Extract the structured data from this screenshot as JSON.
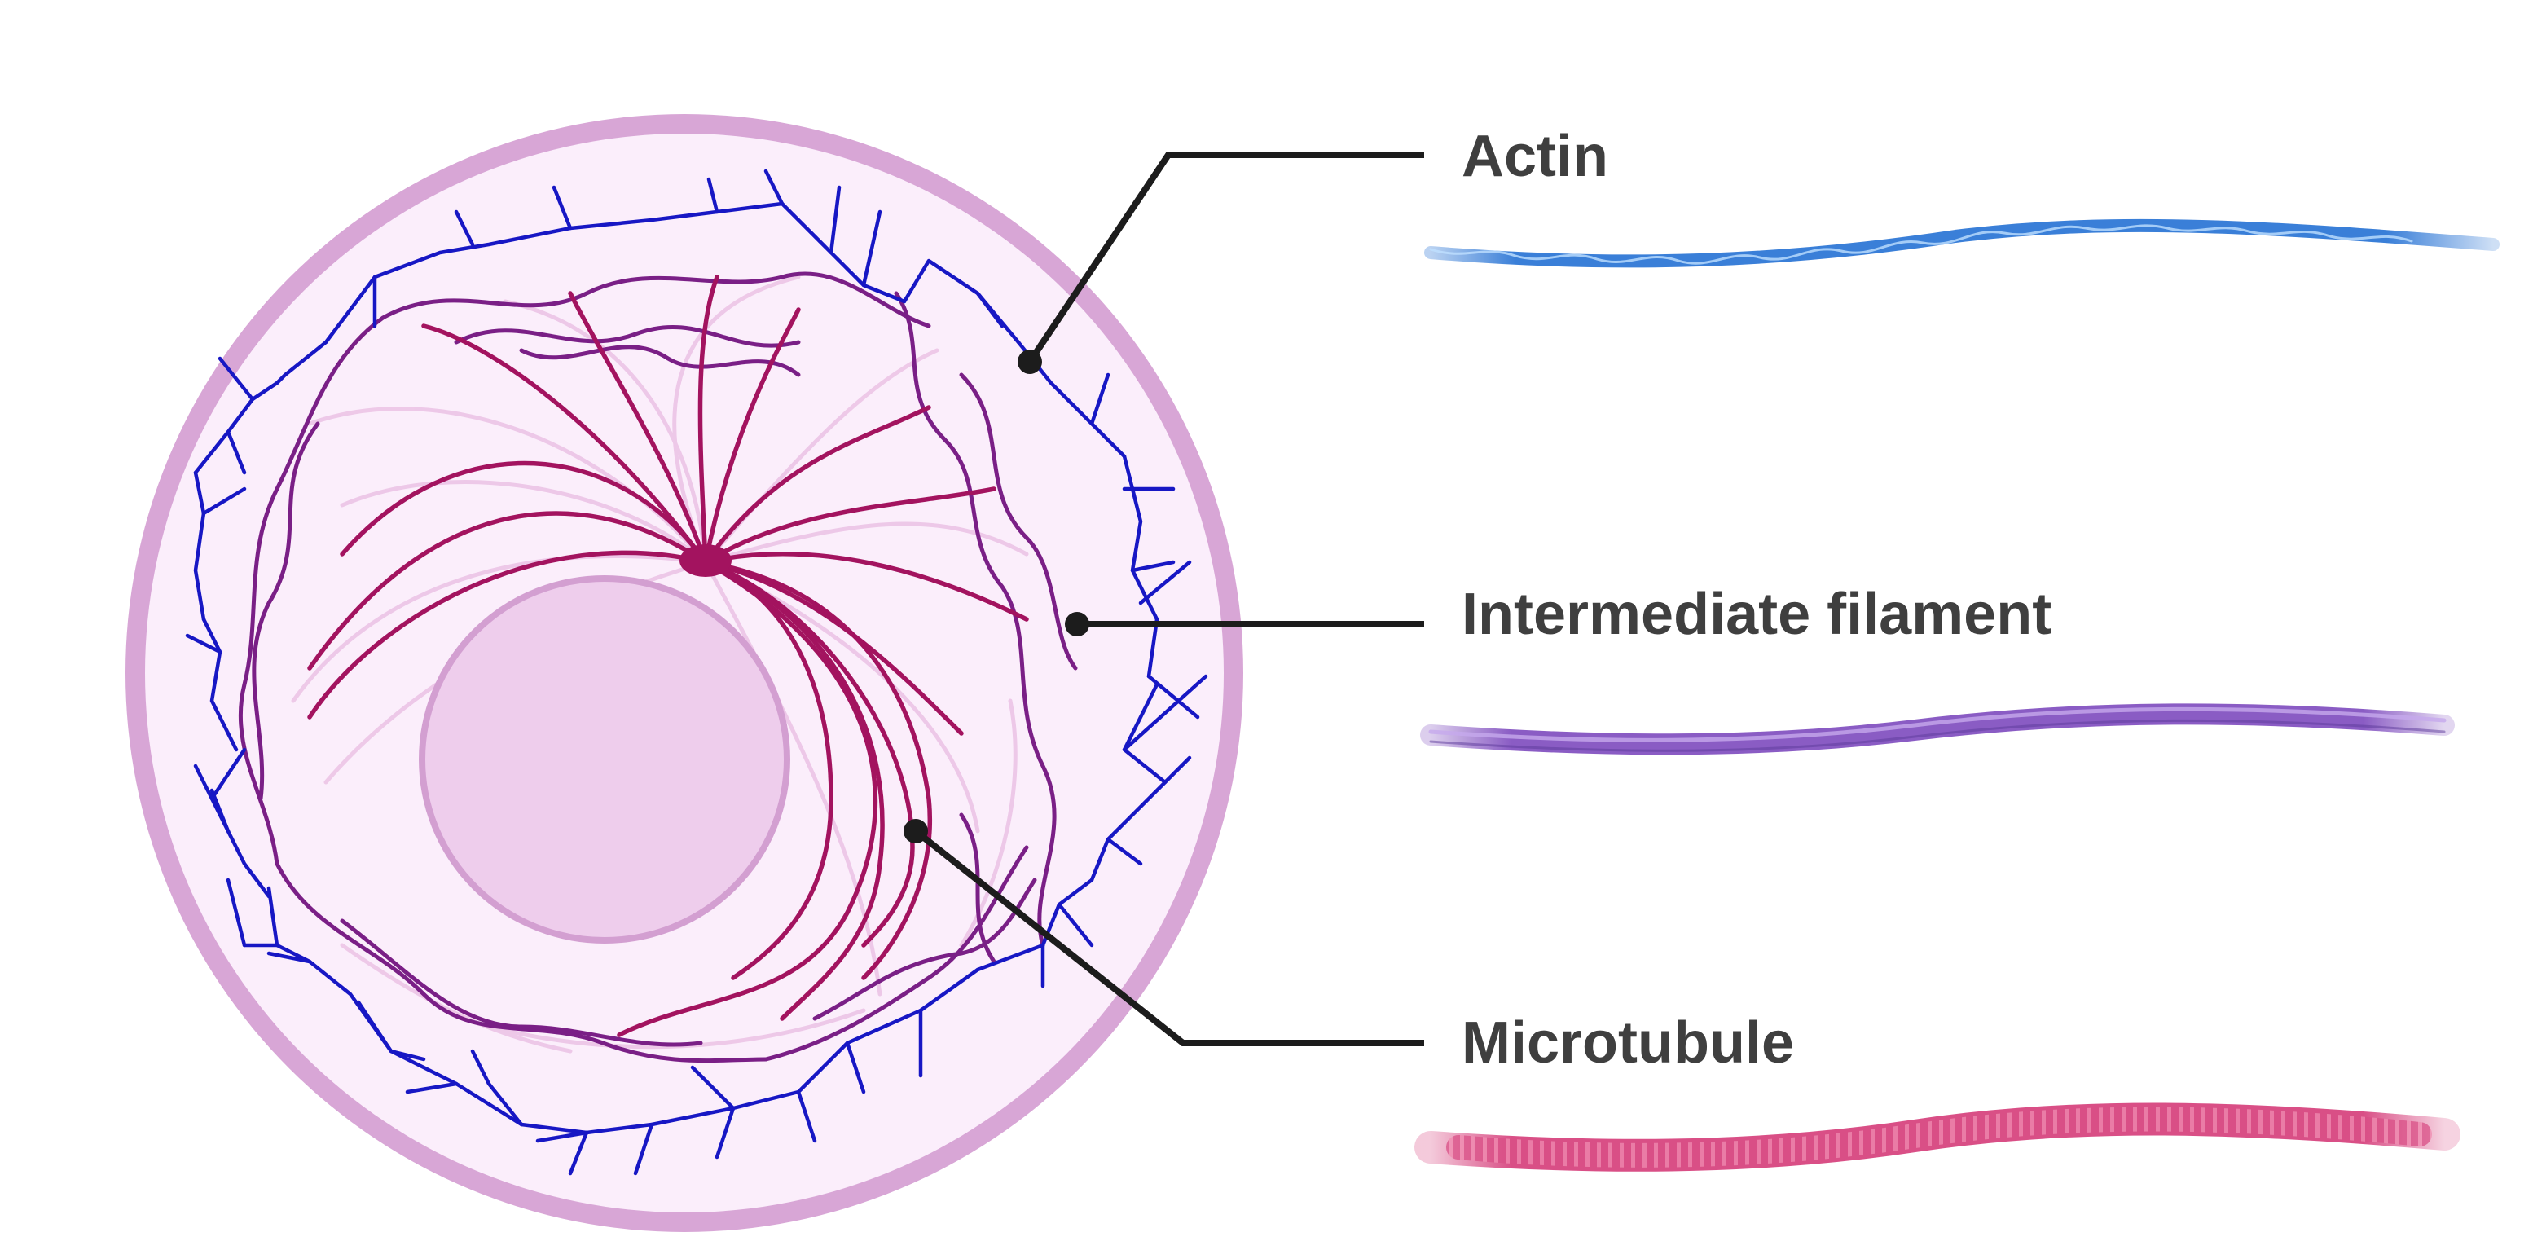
{
  "labels": {
    "actin": "Actin",
    "intermediate_filament": "Intermediate filament",
    "microtubule": "Microtubule"
  },
  "colors": {
    "cell_membrane": "#d8a6d6",
    "cytoplasm": "#fbeefb",
    "nucleus_fill": "#eecdec",
    "nucleus_border": "#d39fd1",
    "actin": "#1717c4",
    "actin_sample": "#3a7fd8",
    "intermediate_filament": "#7a1f86",
    "intermediate_filament_sample": "#8a5cc4",
    "microtubule": "#a3135f",
    "microtubule_sample": "#d94f86",
    "label_text": "#3f3f3f",
    "leader_line": "#1c1c1c"
  },
  "icons": {
    "cell": "animal-cell-cross-section",
    "centrosome": "centrosome-dot",
    "nucleus": "nucleus-circle"
  }
}
